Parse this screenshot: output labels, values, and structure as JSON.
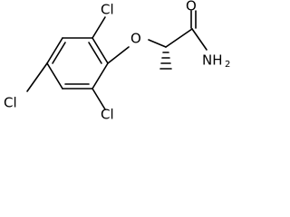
{
  "molecule": {
    "labels": {
      "cl_top": "Cl",
      "cl_right": "Cl",
      "cl_left": "Cl",
      "oxygen": "O",
      "carbonyl_oxygen": "O",
      "amine": "NH",
      "amine_subscript": "2"
    }
  }
}
